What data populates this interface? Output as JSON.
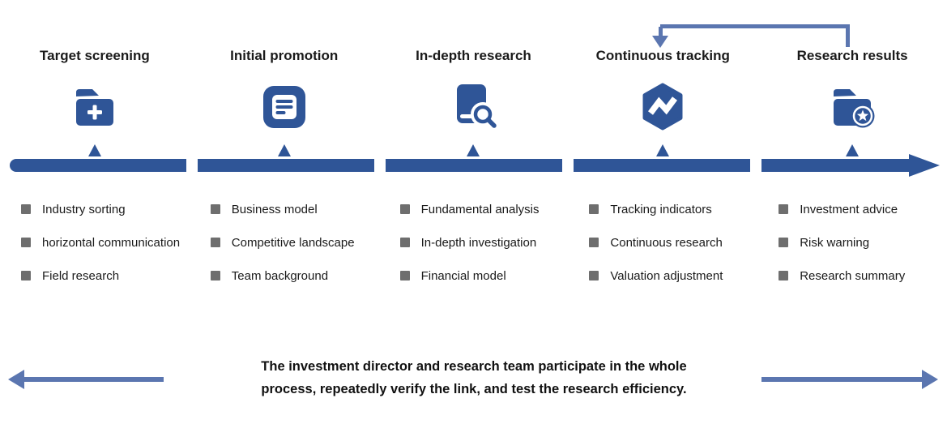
{
  "colors": {
    "primary": "#2F5597",
    "arrow": "#5B76B0",
    "bullet": "#6E6E6E",
    "text": "#1A1A1A"
  },
  "stages": [
    {
      "title": "Target screening",
      "icon": "folder-plus-icon",
      "items": [
        "Industry sorting",
        "horizontal communication",
        "Field research"
      ]
    },
    {
      "title": "Initial promotion",
      "icon": "note-document-icon",
      "items": [
        "Business model",
        "Competitive landscape",
        "Team background"
      ]
    },
    {
      "title": "In-depth research",
      "icon": "book-search-icon",
      "items": [
        "Fundamental analysis",
        "In-depth investigation",
        "Financial model"
      ]
    },
    {
      "title": "Continuous tracking",
      "icon": "hexagon-pulse-icon",
      "items": [
        "Tracking indicators",
        "Continuous research",
        "Valuation adjustment"
      ]
    },
    {
      "title": "Research results",
      "icon": "folder-star-icon",
      "items": [
        "Investment advice",
        "Risk warning",
        "Research summary"
      ]
    }
  ],
  "footer": {
    "line1": "The investment director and research team participate in the whole",
    "line2": "process, repeatedly verify the link, and test the research efficiency."
  }
}
